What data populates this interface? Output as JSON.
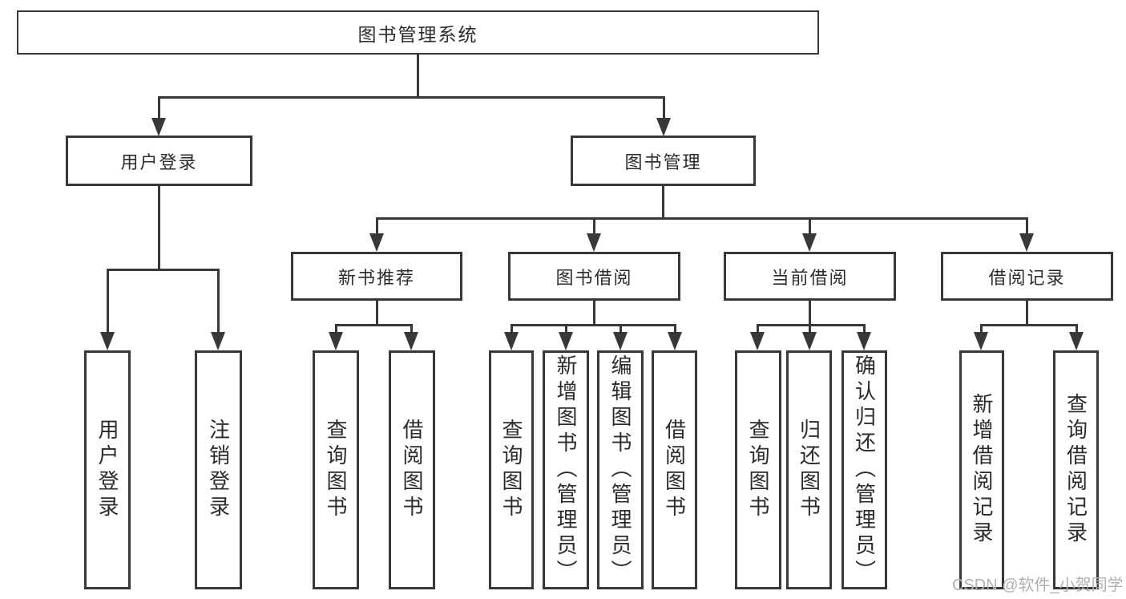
{
  "tree": {
    "label": "图书管理系统",
    "children": [
      {
        "label": "用户登录",
        "children": [
          {
            "label": "用户登录"
          },
          {
            "label": "注销登录"
          }
        ]
      },
      {
        "label": "图书管理",
        "children": [
          {
            "label": "新书推荐",
            "children": [
              {
                "label": "查询图书"
              },
              {
                "label": "借阅图书"
              }
            ]
          },
          {
            "label": "图书借阅",
            "children": [
              {
                "label": "查询图书"
              },
              {
                "label": "新增图书（管理员）"
              },
              {
                "label": "编辑图书（管理员）"
              },
              {
                "label": "借阅图书"
              }
            ]
          },
          {
            "label": "当前借阅",
            "children": [
              {
                "label": "查询图书"
              },
              {
                "label": "归还图书"
              },
              {
                "label": "确认归还（管理员）"
              }
            ]
          },
          {
            "label": "借阅记录",
            "children": [
              {
                "label": "新增借阅记录"
              },
              {
                "label": "查询借阅记录"
              }
            ]
          }
        ]
      }
    ]
  },
  "watermark": "CSDN @软件_小贺同学",
  "colors": {
    "line": "#383838",
    "text": "#2b2b2b",
    "box_background": "#ffffff",
    "watermark": "#b0b0b0"
  }
}
